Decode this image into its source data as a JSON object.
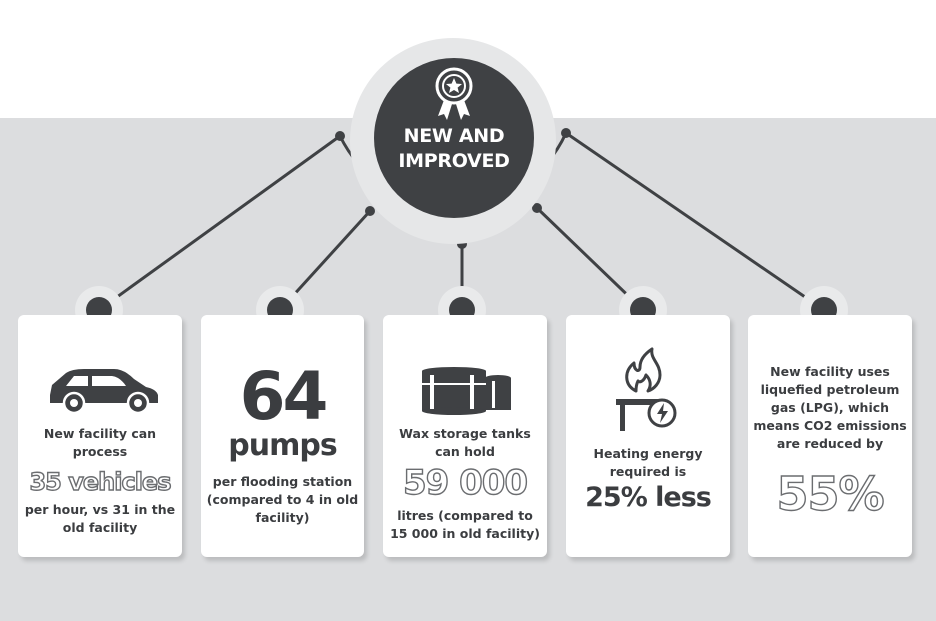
{
  "hub": {
    "title": "NEW AND IMPROVED",
    "icon": "award-ribbon-icon"
  },
  "colors": {
    "dark": "#3f4144",
    "band": "#dcdddf",
    "ring": "#e6e7e8",
    "card": "#ffffff"
  },
  "cards": [
    {
      "icon": "car-icon",
      "text_top": "New facility can process",
      "highlight": "35 vehicles",
      "text_bottom": "per hour, vs 31 in the old facility"
    },
    {
      "number": "64",
      "highlight": "pumps",
      "text_bottom": "per flooding station (compared to 4 in old facility)"
    },
    {
      "icon": "storage-tanks-icon",
      "text_top": "Wax storage tanks can hold",
      "highlight": "59 000",
      "text_bottom": "litres (compared to 15 000 in old facility)"
    },
    {
      "icon": "flame-energy-icon",
      "text_top": "Heating energy required is",
      "highlight": "25% less"
    },
    {
      "text_top": "New facility uses liquefied petroleum gas (LPG), which means CO2 emissions are reduced by",
      "highlight": "55%"
    }
  ]
}
